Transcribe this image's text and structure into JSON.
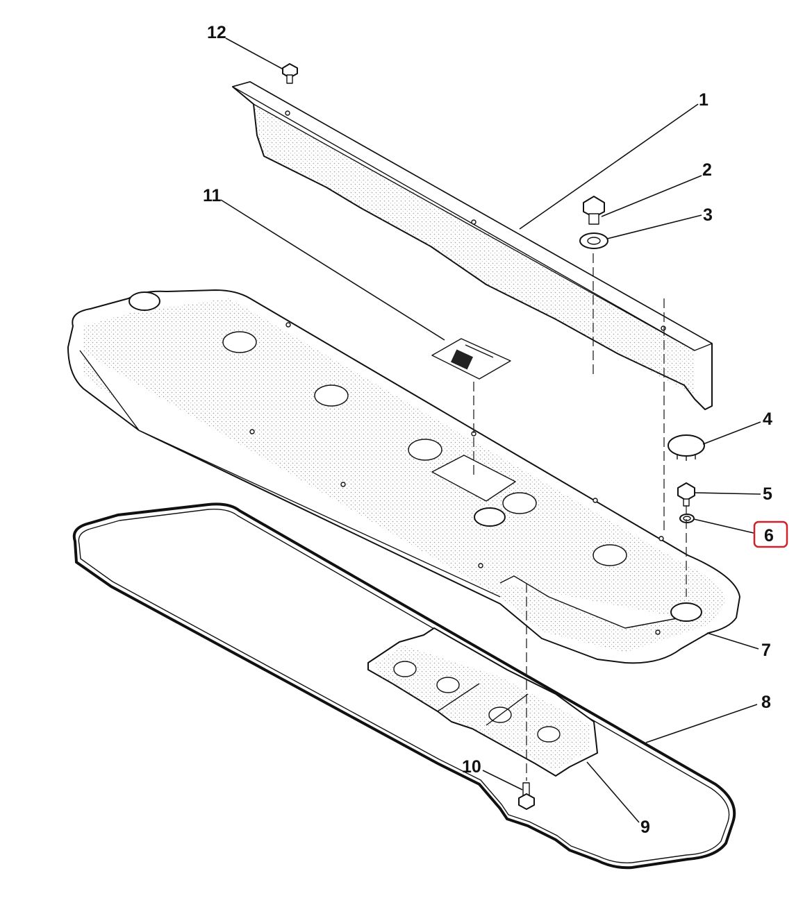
{
  "diagram": {
    "callouts": [
      {
        "id": "1",
        "label": "1"
      },
      {
        "id": "2",
        "label": "2"
      },
      {
        "id": "3",
        "label": "3"
      },
      {
        "id": "4",
        "label": "4"
      },
      {
        "id": "5",
        "label": "5"
      },
      {
        "id": "6",
        "label": "6",
        "highlighted": true
      },
      {
        "id": "7",
        "label": "7"
      },
      {
        "id": "8",
        "label": "8"
      },
      {
        "id": "9",
        "label": "9"
      },
      {
        "id": "10",
        "label": "10"
      },
      {
        "id": "11",
        "label": "11"
      },
      {
        "id": "12",
        "label": "12"
      }
    ],
    "highlight_color": "#d0202a",
    "line_color": "#111111",
    "decal_logo": "deer-logo-icon"
  }
}
